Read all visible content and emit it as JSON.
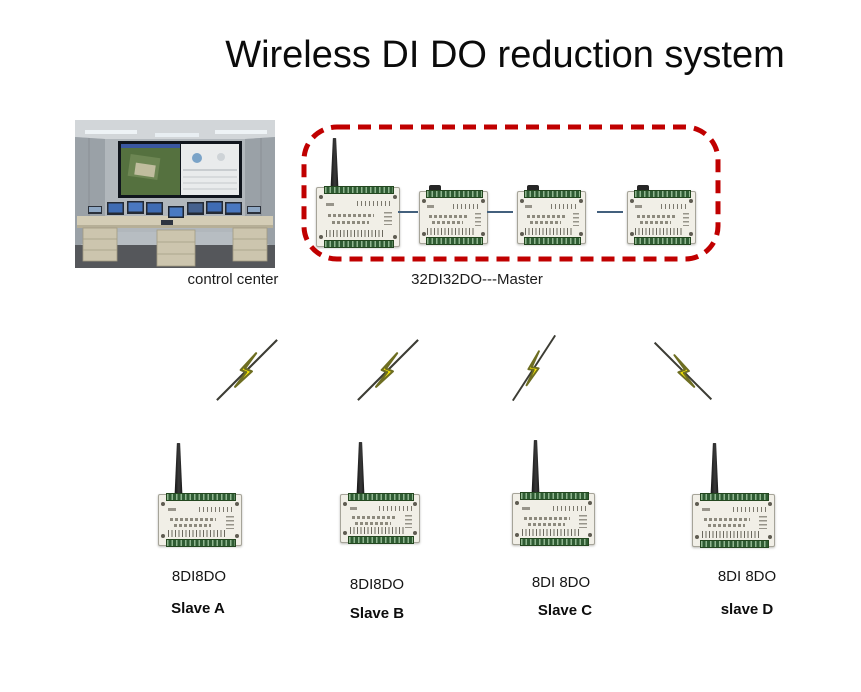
{
  "title": "Wireless DI DO reduction system",
  "control_center": {
    "label": "control center"
  },
  "master": {
    "label": "32DI32DO---Master",
    "module_count": 4
  },
  "slaves": [
    {
      "capacity": "8DI8DO",
      "name": "Slave A"
    },
    {
      "capacity": "8DI8DO",
      "name": "Slave B"
    },
    {
      "capacity": "8DI 8DO",
      "name": "Slave C"
    },
    {
      "capacity": "8DI 8DO",
      "name": "slave D"
    }
  ],
  "icons": {
    "wireless_link": "lightning-bolt-icon",
    "count": 4
  },
  "colors": {
    "background": "#ffffff",
    "title_text": "#0b0b0b",
    "master_outline_red": "#c00000",
    "lightning_yellow": "#ffee00",
    "lightning_outline": "#6e6e22",
    "connector_blue": "#43607d",
    "terminal_green": "#2f5c33",
    "module_body": "#f1efe7"
  }
}
